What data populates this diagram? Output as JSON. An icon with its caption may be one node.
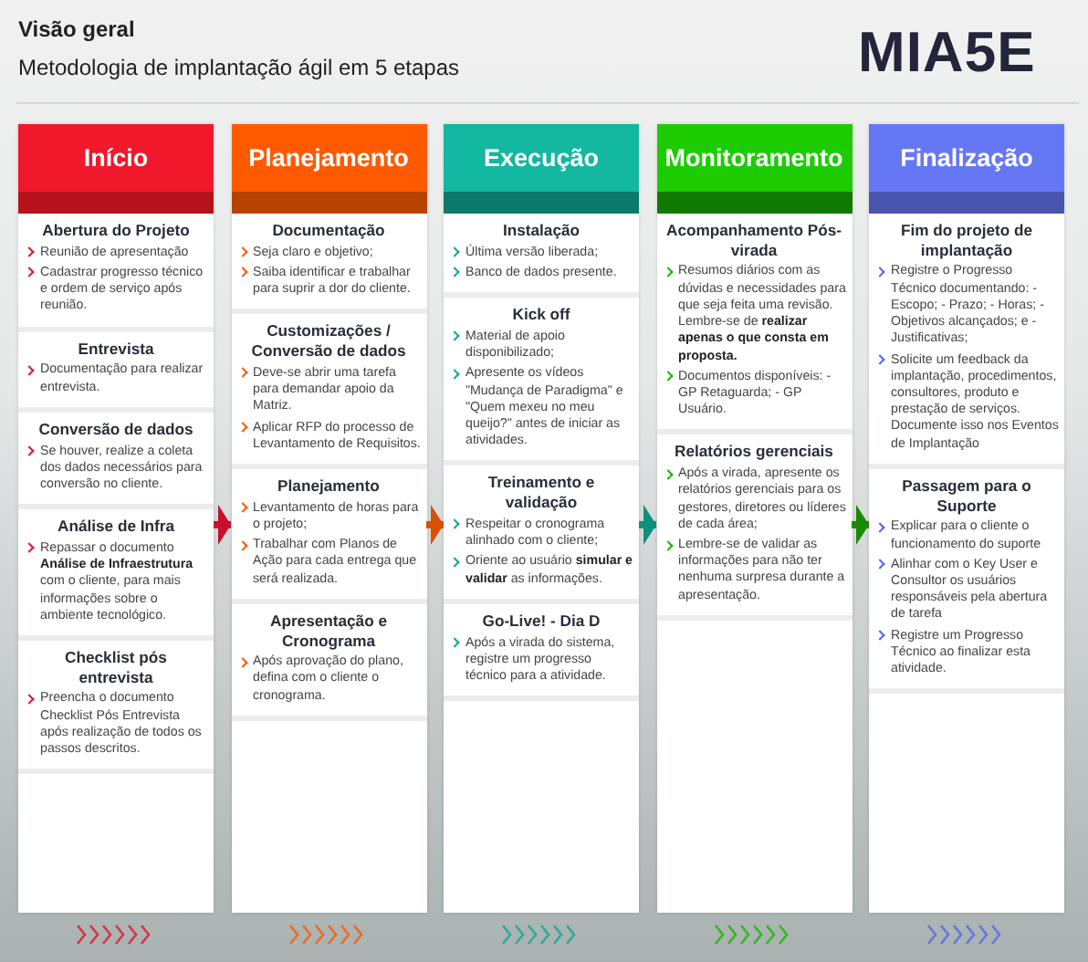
{
  "diagram": {
    "title": "Visão geral",
    "nodes": [
      {
        "text": [
          "Início"
        ]
      },
      {
        "text": [
          "Abertura do Projeto",
          "Reunião de apresentação",
          "Cadastrar progresso técnico e ordem de serviço após reunião."
        ],
        "in": 0
      },
      {
        "text": [
          "Entrevista",
          "Documentação para realizar entrevista."
        ],
        "in": 0
      },
      {
        "text": [
          "Conversão de dados",
          "Se houver, realize a coleta dos dados necessários para conversão no cliente."
        ],
        "in": 0
      },
      {
        "text": [
          "Análise de Infra",
          "Repassar o documento **Análise de Infraestrutura** com o cliente, para mais informações sobre o ambiente tecnológico."
        ],
        "in": 0
      },
      {
        "text": [
          "Checklist pós entrevista",
          "Preencha o documento Checklist Pós Entrevista após realização de todos os passos descritos."
        ],
        "in": 0
      },
      {
        "text": [
          "Planejamento"
        ]
      },
      {
        "text": [
          "Documentação",
          "Seja claro e objetivo;",
          "Saiba identificar e trabalhar para suprir a dor do cliente."
        ],
        "in": 6
      },
      {
        "text": [
          "Customizações / Conversão de dados",
          "Deve-se abrir uma tarefa para demandar apoio da Matriz.",
          "Aplicar RFP do processo de Levantamento de Requisitos."
        ],
        "in": 6
      },
      {
        "text": [
          "Planejamento",
          "Levantamento de horas para o projeto;",
          "Trabalhar com Planos de Ação para cada entrega que será realizada."
        ],
        "in": 6
      },
      {
        "text": [
          "Apresentação e Cronograma",
          "Após aprovação do plano, defina com o cliente o cronograma."
        ],
        "in": 6
      },
      {
        "text": [
          "Execução"
        ]
      },
      {
        "text": [
          "Instalação",
          "Última versão liberada;",
          "Banco de dados presente."
        ],
        "in": 11
      },
      {
        "text": [
          "Kick off",
          "Material de apoio disponibilizado;",
          "Apresente os vídeos \"Mudança de Paradigma\" e \"Quem mexeu no meu queijo?\" antes de iniciar as atividades."
        ],
        "in": 11
      },
      {
        "text": [
          "Treinamento e validação",
          "Respeitar o cronograma alinhado com o cliente;",
          "Oriente ao usuário **simular e validar** as informações."
        ],
        "in": 11
      },
      {
        "text": [
          "Go-Live! - Dia D",
          "Após a virada do sistema, registre um progresso técnico para a atividade."
        ],
        "in": 11
      },
      {
        "text": [
          "Monitoramento"
        ]
      },
      {
        "text": [
          "Acompanhamento Pós-virada",
          "Resumos diários com as dúvidas e necessidades para que seja feita uma revisão. Lembre-se de **realizar apenas o que consta em proposta.**",
          "Documentos disponíveis: - GP Retaguarda; - GP Usuário."
        ],
        "in": 16
      },
      {
        "text": [
          "Relatórios gerenciais",
          "Após a virada, apresente os relatórios gerenciais para os gestores, diretores ou líderes de cada área;",
          "Lembre-se de validar as informações para não ter nenhuma surpresa durante a apresentação."
        ],
        "in": 16
      },
      {
        "text": [
          "Finalização"
        ]
      },
      {
        "text": [
          "Fim do projeto de implantação",
          "Registre o Progresso Técnico documentando: - Escopo; - Prazo; - Horas; - Objetivos alcançados; e - Justificativas;",
          "Solicite um feedback da implantação, procedimentos, consultores, produto e prestação de serviços. Documente isso nos Eventos de Implantação"
        ],
        "in": 19
      },
      {
        "text": [
          "Passagem para o Suporte",
          "Explicar para o cliente o funcionamento do suporte",
          "Alinhar com o Key User e Consultor os usuários responsáveis pela abertura de tarefa",
          "Registre um Progresso Técnico ao finalizar esta atividade."
        ],
        "in": 19
      }
    ],
    "edges": [
      {
        "from": 0,
        "to": 6,
        "arrow": "to",
        "color": "#c8102e"
      },
      {
        "from": 6,
        "to": 11,
        "arrow": "to",
        "color": "#d95000"
      },
      {
        "from": 11,
        "to": 16,
        "arrow": "to",
        "color": "#0f8f7c"
      },
      {
        "from": 16,
        "to": 19,
        "arrow": "to",
        "color": "#1a8a00"
      }
    ],
    "labels": [
      "Metodologia de implantação ágil em 5 etapas",
      "MIA5E"
    ]
  }
}
